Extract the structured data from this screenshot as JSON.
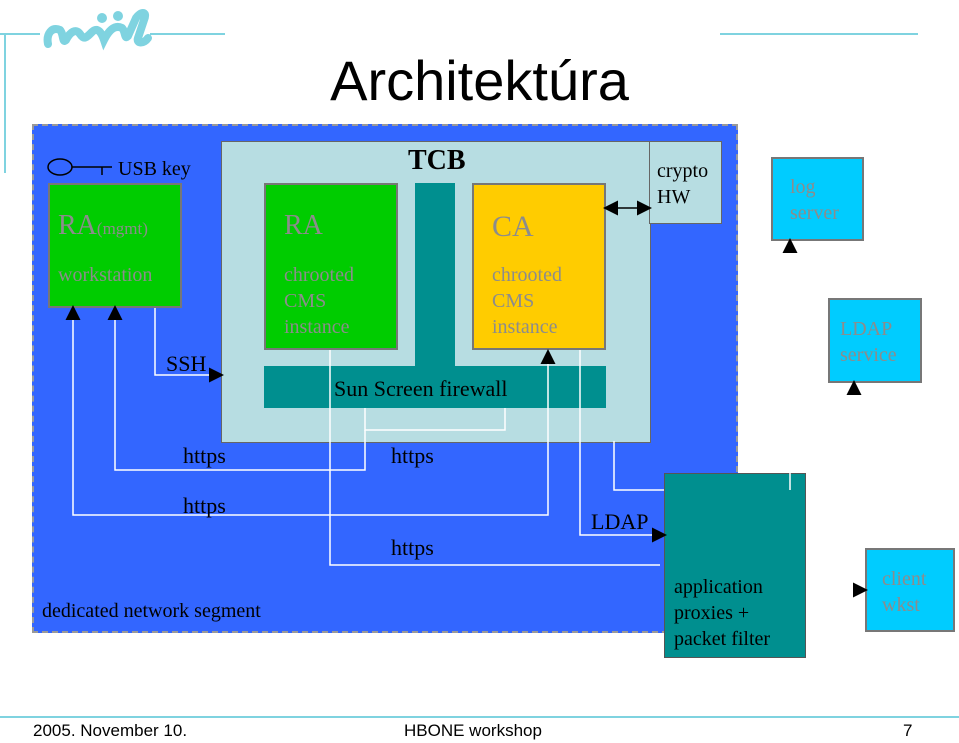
{
  "title": "Architektúra",
  "usb_key": "USB key",
  "ra_mgmt": {
    "ra": "RA",
    "sub": "(mgmt)",
    "workstation": "workstation"
  },
  "tcb": "TCB",
  "ra_box": {
    "title": "RA",
    "line1": "chrooted",
    "line2": "CMS",
    "line3": "instance"
  },
  "ca_box": {
    "title": "CA",
    "line1": "chrooted",
    "line2": "CMS",
    "line3": "instance"
  },
  "crypto": {
    "line1": "crypto",
    "line2": "HW"
  },
  "log_server": {
    "line1": "log",
    "line2": "server"
  },
  "ldap_service": {
    "line1": "LDAP",
    "line2": "service"
  },
  "ssh": "SSH",
  "firewall": "Sun Screen firewall",
  "https_labels": [
    "https",
    "https",
    "https",
    "https"
  ],
  "ldap": "LDAP",
  "segment_label": "dedicated network segment",
  "proxy": {
    "line1": "application",
    "line2": "proxies +",
    "line3": "packet filter"
  },
  "client": {
    "line1": "client",
    "line2": "wkst"
  },
  "footer": {
    "date": "2005. November 10.",
    "event": "HBONE workshop",
    "page": "7"
  },
  "colors": {
    "network": "#3366ff",
    "tcb": "#b7dde2",
    "teal": "#008f8f",
    "green": "#00cc00",
    "yellow": "#ffcc00",
    "cyan": "#00ccff"
  }
}
